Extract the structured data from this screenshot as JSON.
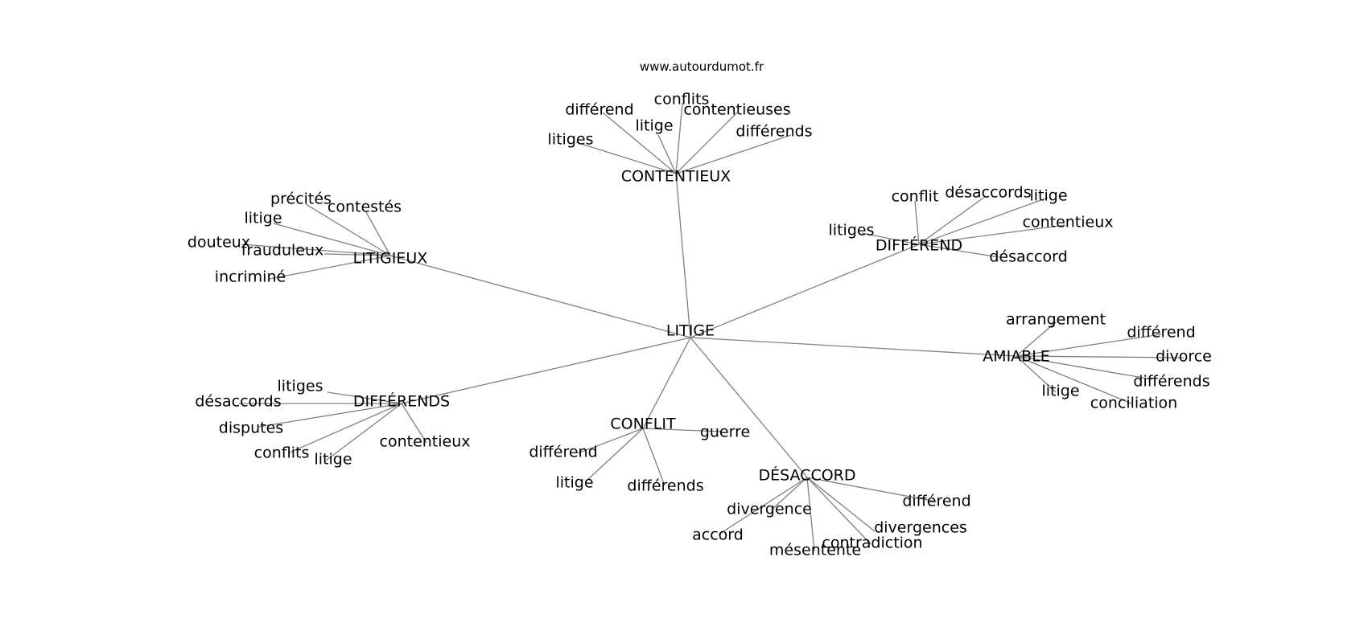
{
  "site_label": "www.autourdumot.fr",
  "colors": {
    "edge": "#808080",
    "text": "#000000",
    "background": "#ffffff"
  },
  "center": {
    "label": "LITIGE"
  },
  "clusters": [
    {
      "id": "contentieux",
      "label": "CONTENTIEUX",
      "words": [
        "différend",
        "litige",
        "conflits",
        "contentieuses",
        "différends",
        "litiges"
      ]
    },
    {
      "id": "litigieux",
      "label": "LITIGIEUX",
      "words": [
        "précités",
        "contestés",
        "litige",
        "douteux",
        "frauduleux",
        "incriminé"
      ]
    },
    {
      "id": "differend",
      "label": "DIFFÉREND",
      "words": [
        "conflit",
        "désaccords",
        "litige",
        "contentieux",
        "litiges",
        "désaccord"
      ]
    },
    {
      "id": "amiable",
      "label": "AMIABLE",
      "words": [
        "arrangement",
        "différend",
        "divorce",
        "différends",
        "litige",
        "conciliation"
      ]
    },
    {
      "id": "differends",
      "label": "DIFFÉRENDS",
      "words": [
        "litiges",
        "désaccords",
        "disputes",
        "conflits",
        "litige",
        "contentieux"
      ]
    },
    {
      "id": "conflit",
      "label": "CONFLIT",
      "words": [
        "guerre",
        "différend",
        "litige",
        "différends"
      ]
    },
    {
      "id": "desaccord",
      "label": "DÉSACCORD",
      "words": [
        "différend",
        "divergence",
        "accord",
        "divergences",
        "contradiction",
        "mésentente"
      ]
    }
  ]
}
